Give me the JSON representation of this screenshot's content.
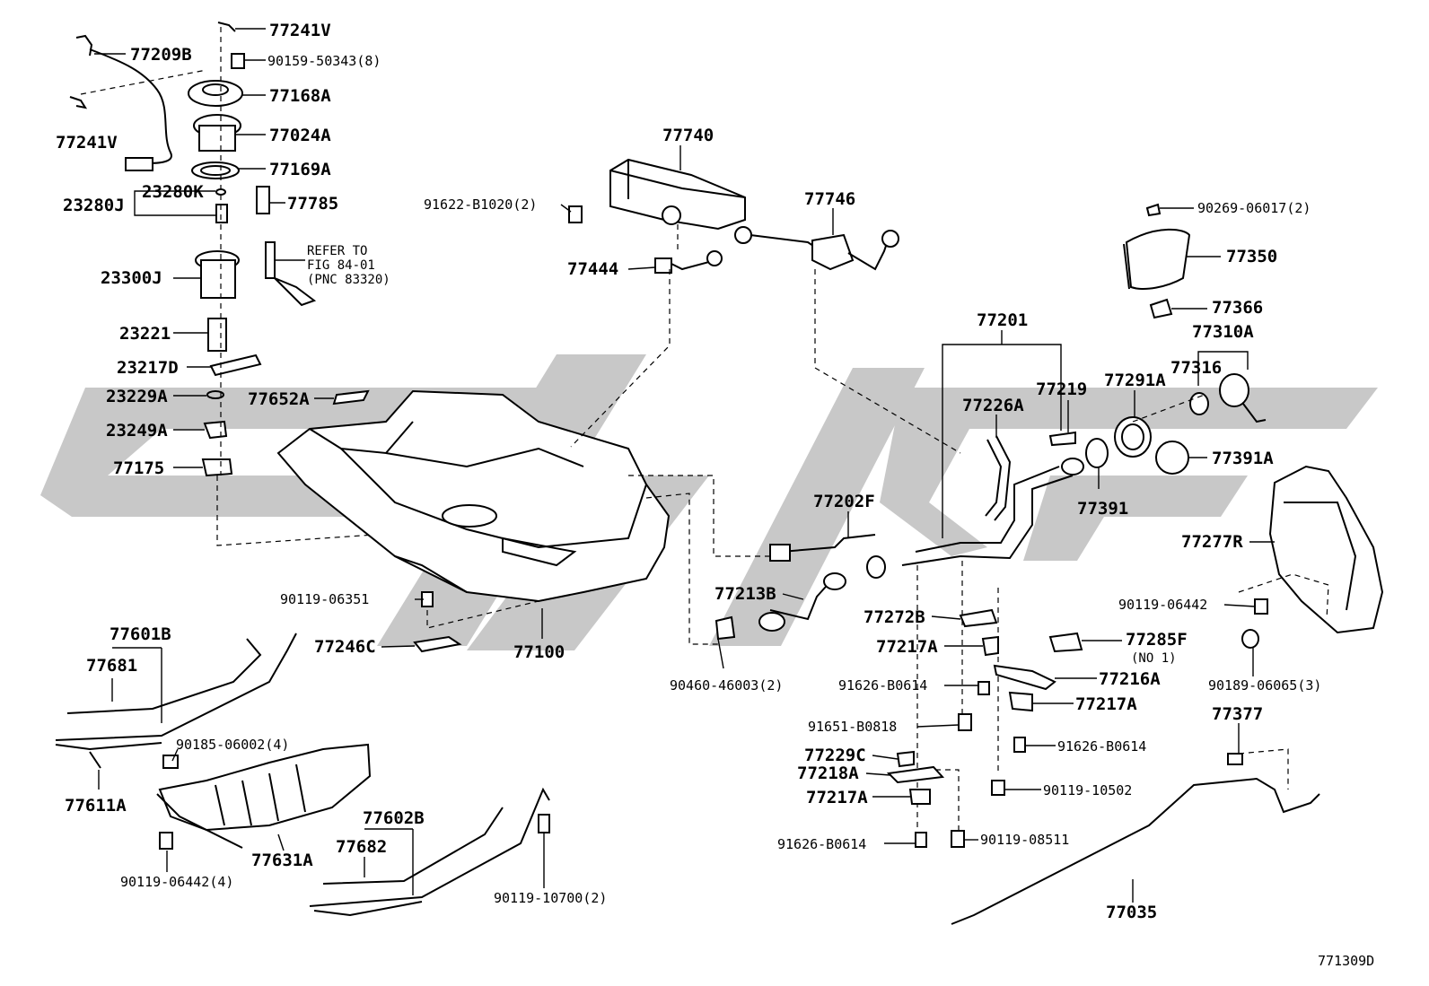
{
  "diagram_code": "771309D",
  "note": [
    "REFER TO",
    "FIG 84-01",
    "(PNC 83320)"
  ],
  "labels": {
    "l77241V_top": "77241V",
    "l77209B": "77209B",
    "l90159": "90159-50343(8)",
    "l77168A": "77168A",
    "l77241V_left": "77241V",
    "l77024A": "77024A",
    "l77169A": "77169A",
    "l23280K": "23280K",
    "l23280J": "23280J",
    "l77785": "77785",
    "l23300J": "23300J",
    "l23221": "23221",
    "l23217D": "23217D",
    "l23229A": "23229A",
    "l77652A": "77652A",
    "l23249A": "23249A",
    "l77175": "77175",
    "l77740": "77740",
    "l91622": "91622-B1020(2)",
    "l77444": "77444",
    "l77746": "77746",
    "l90269": "90269-06017(2)",
    "l77350": "77350",
    "l77366": "77366",
    "l77310A": "77310A",
    "l77201": "77201",
    "l77316": "77316",
    "l77219": "77219",
    "l77291A": "77291A",
    "l77226A": "77226A",
    "l77391": "77391",
    "l77391A": "77391A",
    "l77202F": "77202F",
    "l77277R": "77277R",
    "l77213B": "77213B",
    "l90119_06351": "90119-06351",
    "l77601B": "77601B",
    "l77681": "77681",
    "l77246C": "77246C",
    "l77100": "77100",
    "l77272B": "77272B",
    "l90119_06442_r": "90119-06442",
    "l77285F": "77285F",
    "l77285F_sub": "(NO 1)",
    "l77217A_1": "77217A",
    "l77216A": "77216A",
    "l90460": "90460-46003(2)",
    "l91626_1": "91626-B0614",
    "l90189": "90189-06065(3)",
    "l77217A_2": "77217A",
    "l77377": "77377",
    "l91651": "91651-B0818",
    "l90185": "90185-06002(4)",
    "l91626_2": "91626-B0614",
    "l77229C": "77229C",
    "l77218A": "77218A",
    "l77611A": "77611A",
    "l90119_10502": "90119-10502",
    "l77217A_3": "77217A",
    "l77602B": "77602B",
    "l77682": "77682",
    "l77631A": "77631A",
    "l91626_3": "91626-B0614",
    "l90119_08511": "90119-08511",
    "l90119_06442_4": "90119-06442(4)",
    "l90119_10700": "90119-10700(2)",
    "l77035": "77035"
  }
}
